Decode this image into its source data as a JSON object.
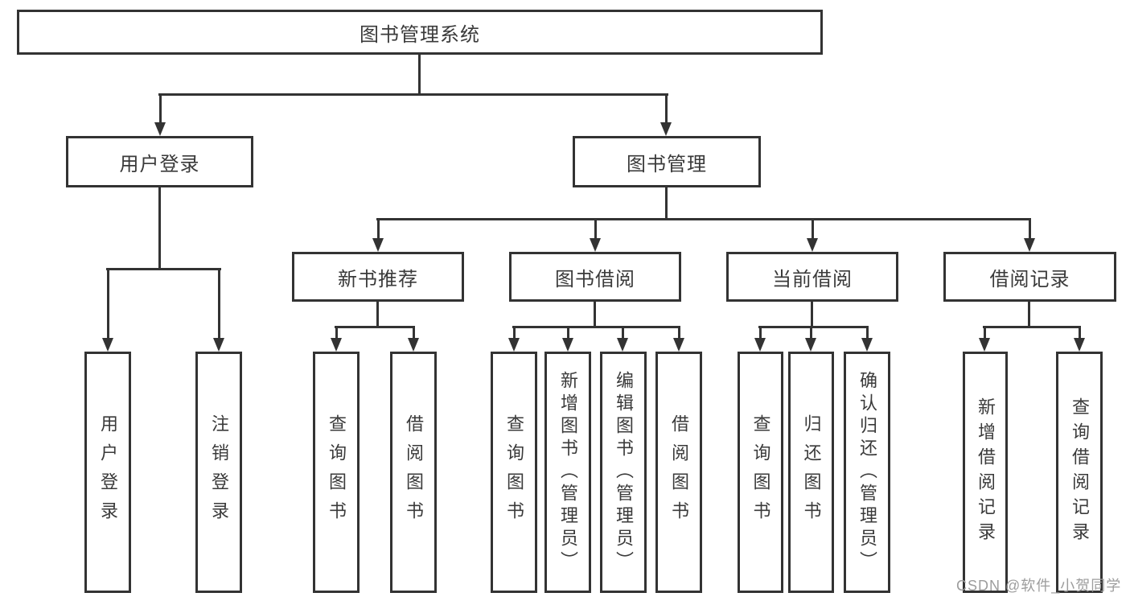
{
  "diagram": {
    "type": "hierarchy-tree",
    "orientation": "top-down",
    "colors": {
      "line": "#333333",
      "text": "#3a3a3a",
      "box_background": "#ffffff",
      "watermark": "#9d9d9d"
    },
    "tree": {
      "root": {
        "label": "图书管理系统"
      },
      "branches": [
        {
          "label": "用户登录",
          "children": [
            {
              "label": "用户登录"
            },
            {
              "label": "注销登录"
            }
          ]
        },
        {
          "label": "图书管理",
          "children": [
            {
              "label": "新书推荐",
              "children": [
                {
                  "label": "查询图书"
                },
                {
                  "label": "借阅图书"
                }
              ]
            },
            {
              "label": "图书借阅",
              "children": [
                {
                  "label": "查询图书"
                },
                {
                  "label": "新增图书（管理员）"
                },
                {
                  "label": "编辑图书（管理员）"
                },
                {
                  "label": "借阅图书"
                }
              ]
            },
            {
              "label": "当前借阅",
              "children": [
                {
                  "label": "查询图书"
                },
                {
                  "label": "归还图书"
                },
                {
                  "label": "确认归还（管理员）"
                }
              ]
            },
            {
              "label": "借阅记录",
              "children": [
                {
                  "label": "新增借阅记录"
                },
                {
                  "label": "查询借阅记录"
                }
              ]
            }
          ]
        }
      ]
    },
    "watermark": {
      "text": "CSDN @软件_小贺同学"
    }
  }
}
